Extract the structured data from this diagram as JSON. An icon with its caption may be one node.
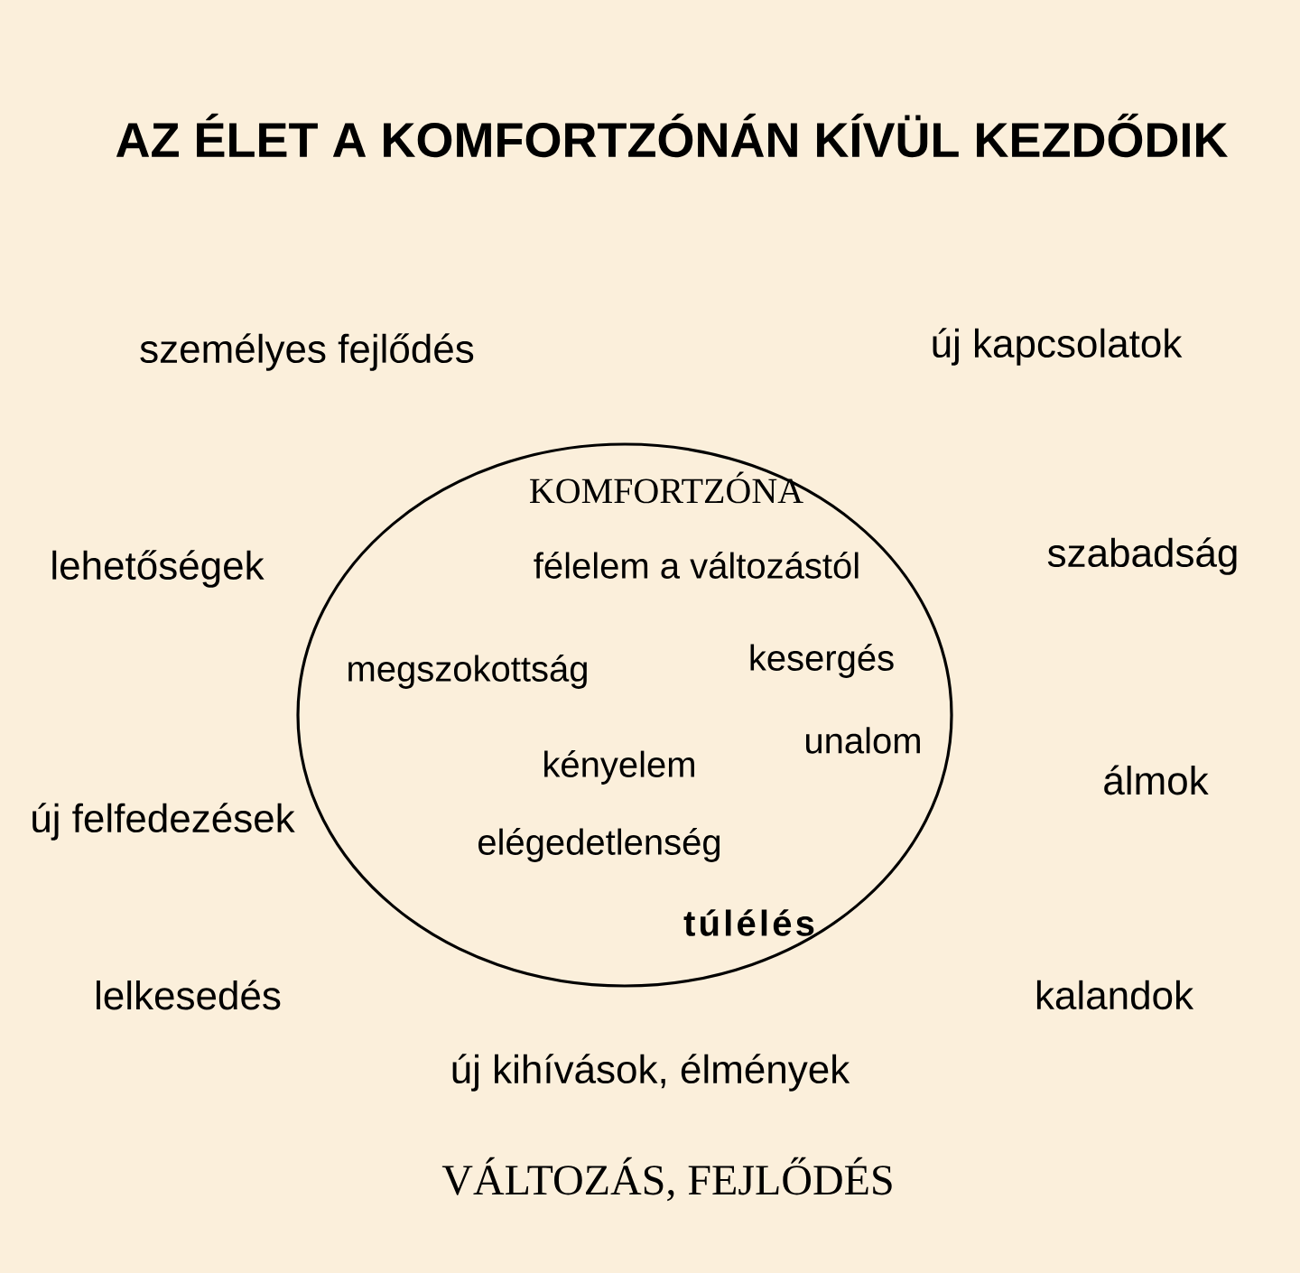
{
  "diagram": {
    "title": "AZ ÉLET A KOMFORTZÓNÁN KÍVÜL KEZDŐDIK",
    "caption": "VÁLTOZÁS, FEJLŐDÉS",
    "nodes": [
      {
        "text": [
          "KOMFORTZÓNA",
          "félelem a változástól",
          "megszokottság",
          "kesergés",
          "unalom",
          "kényelem",
          "elégedetlenség",
          "túlélés"
        ]
      }
    ],
    "edges": [],
    "labels": [
      "személyes fejlődés",
      "új kapcsolatok",
      "lehetőségek",
      "szabadság",
      "új felfedezések",
      "álmok",
      "lelkesedés",
      "kalandok",
      "új kihívások, élmények"
    ]
  }
}
